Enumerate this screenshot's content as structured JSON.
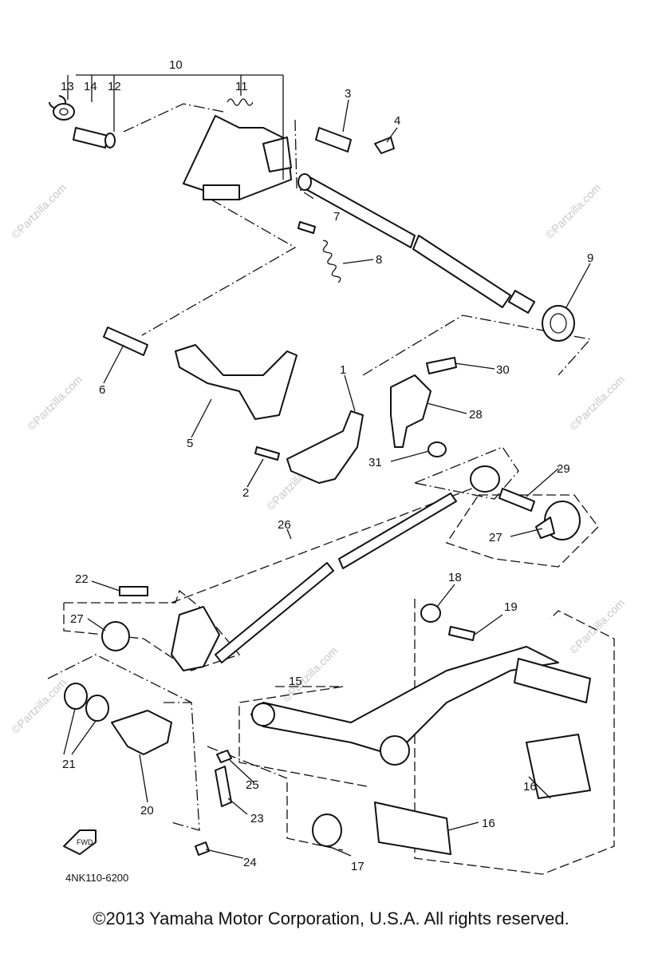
{
  "diagram": {
    "code": "4NK110-6200",
    "fwd_label": "FWD",
    "watermark": "©Partzilla.com",
    "callouts": {
      "p1": "1",
      "p2": "2",
      "p3": "3",
      "p4": "4",
      "p5": "5",
      "p6": "6",
      "p7": "7",
      "p8": "8",
      "p9": "9",
      "p10": "10",
      "p11": "11",
      "p12": "12",
      "p13": "13",
      "p14": "14",
      "p15": "15",
      "p16a": "16",
      "p16b": "16",
      "p17": "17",
      "p18": "18",
      "p19": "19",
      "p20": "20",
      "p21": "21",
      "p22": "22",
      "p23": "23",
      "p24": "24",
      "p25": "25",
      "p26": "26",
      "p27a": "27",
      "p27b": "27",
      "p28": "28",
      "p29": "29",
      "p30": "30",
      "p31": "31"
    }
  },
  "footer": {
    "copyright": "©2013 Yamaha Motor Corporation, U.S.A. All rights reserved."
  }
}
